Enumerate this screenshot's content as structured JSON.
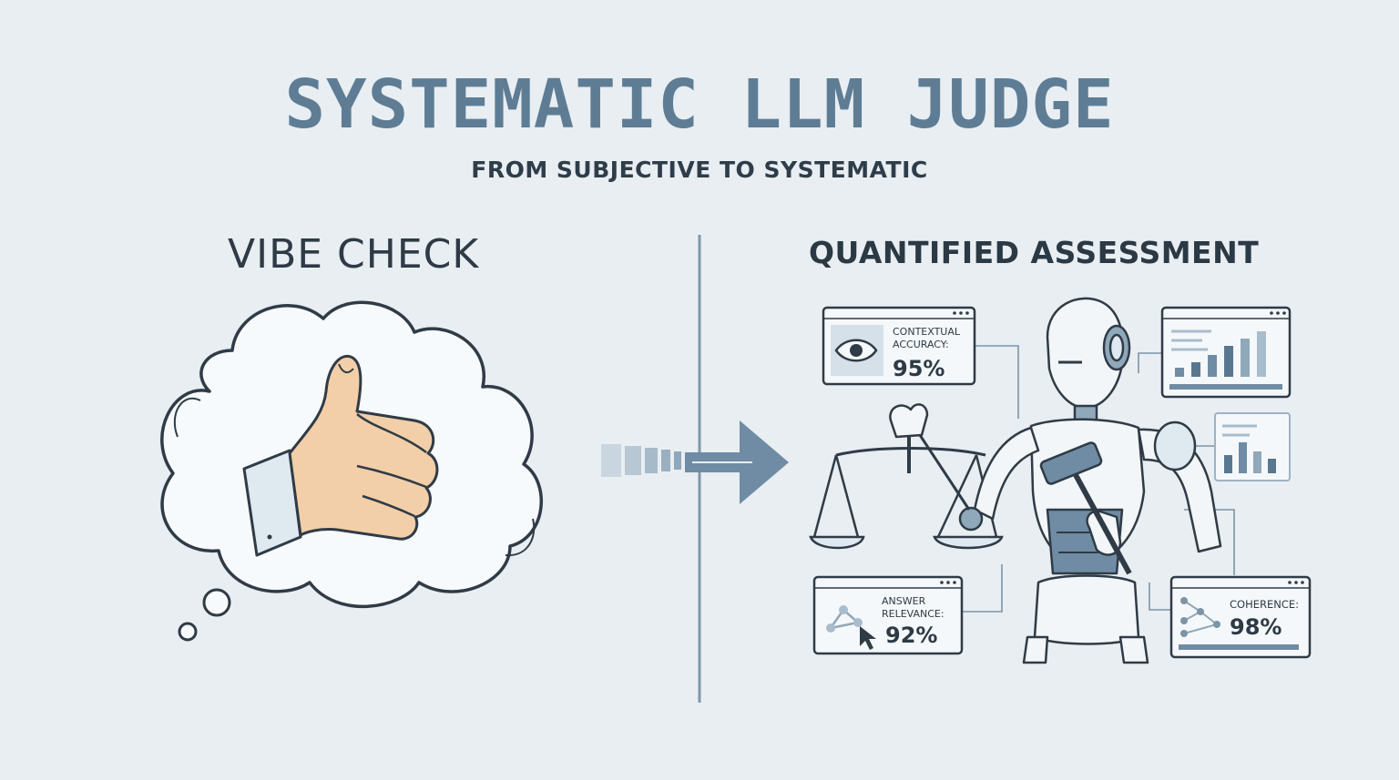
{
  "title": "SYSTEMATIC LLM JUDGE",
  "subtitle": "FROM SUBJECTIVE TO SYSTEMATIC",
  "left": {
    "heading": "VIBE CHECK"
  },
  "right": {
    "heading": "QUANTIFIED ASSESSMENT",
    "cards": {
      "contextual": {
        "label1": "CONTEXTUAL",
        "label2": "ACCURACY:",
        "value": "95%"
      },
      "relevance": {
        "label1": "ANSWER",
        "label2": "RELEVANCE:",
        "value": "92%"
      },
      "coherence": {
        "label1": "COHERENCE:",
        "value": "98%"
      }
    }
  },
  "colors": {
    "background": "#e8eef2",
    "title": "#5e7d95",
    "ink": "#2d3a45",
    "accent": "#6b8aa3",
    "skin": "#f2cfa8"
  }
}
